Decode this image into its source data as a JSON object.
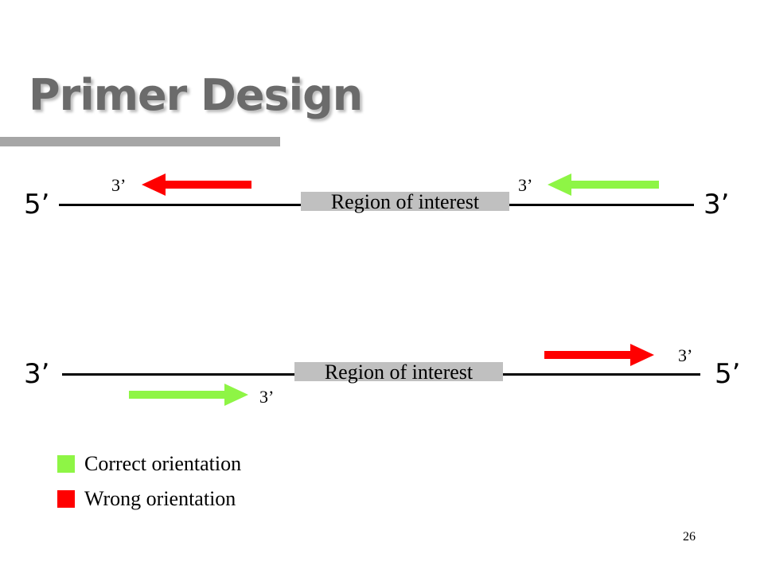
{
  "slide": {
    "title": "Primer Design",
    "page_number": "26"
  },
  "colors": {
    "correct": "#8ef545",
    "wrong": "#ff0000",
    "region": "#c0c0c0",
    "title_bar": "#a6a6a6"
  },
  "top_strand": {
    "left_end": "5’",
    "right_end": "3’",
    "region_label": "Region of interest",
    "primer_left": {
      "label": "3’",
      "orientation": "wrong",
      "direction": "left"
    },
    "primer_right": {
      "label": "3’",
      "orientation": "correct",
      "direction": "left"
    }
  },
  "bottom_strand": {
    "left_end": "3’",
    "right_end": "5’",
    "region_label": "Region of interest",
    "primer_left": {
      "label": "3’",
      "orientation": "correct",
      "direction": "right"
    },
    "primer_right": {
      "label": "3’",
      "orientation": "wrong",
      "direction": "right"
    }
  },
  "legend": {
    "correct_label": "Correct orientation",
    "wrong_label": "Wrong orientation"
  }
}
